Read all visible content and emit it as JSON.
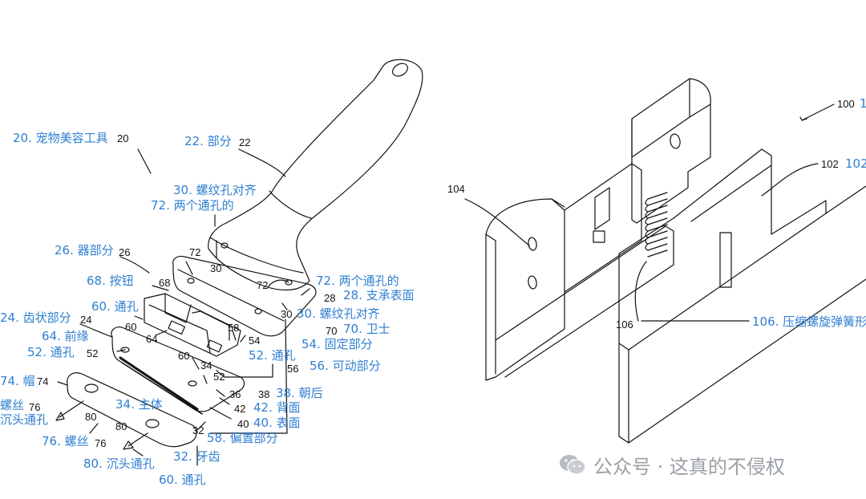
{
  "labels": {
    "l20": "20. 宠物美容工具",
    "l22": "22. 部分",
    "l30a": "30. 螺纹孔对齐",
    "l72a": "72. 两个通孔的",
    "l26": "26. 器部分",
    "l68": "68. 按钮",
    "l72b": "72. 两个通孔的",
    "l28": "28. 支承表面",
    "l60a": "60. 通孔",
    "l30b": "30. 螺纹孔对齐",
    "l24": "24. 齿状部分",
    "l70": "70. 卫士",
    "l64": "64. 前缘",
    "l54": "54. 固定部分",
    "l52a": "52. 通孔",
    "l52b": "52. 通孔",
    "l56": "56. 可动部分",
    "l74": "74. 帽",
    "l38": "38. 朝后",
    "l34": "34. 主体",
    "l42": "42. 背面",
    "l76a": "螺丝",
    "l80a": "沉头通孔",
    "l40": "40. 表面",
    "l58": "58. 偏置部分",
    "l76b": "76. 螺丝",
    "l32": "32. 牙齿",
    "l80b": "80. 沉头通孔",
    "l60b": "60. 通孔",
    "l100": "1",
    "l102": "102",
    "l106": "106. 压缩螺旋弹簧形"
  },
  "refs": {
    "n20": "20",
    "n22": "22",
    "n26": "26",
    "n72a": "72",
    "n30a": "30",
    "n68": "68",
    "n72b": "72",
    "n30b": "30",
    "n28": "28",
    "n24": "24",
    "n60a": "60",
    "n64": "64",
    "n58": "58",
    "n54": "54",
    "n70": "70",
    "n52a": "52",
    "n60b": "60",
    "n34": "34",
    "n52b": "52",
    "n56": "56",
    "n74": "74",
    "n76a": "76",
    "n36": "36",
    "n38": "38",
    "n42": "42",
    "n80a": "80",
    "n80b": "80",
    "n40": "40",
    "n32": "32",
    "n76b": "76",
    "n100": "100",
    "n102": "102",
    "n104": "104",
    "n106": "106"
  },
  "watermark": {
    "text": "公众号 · 这真的不侵权",
    "icon": "wechat-icon"
  },
  "colors": {
    "label": "#2f7fd1",
    "line": "#111111",
    "watermark": "#9aa0a6"
  }
}
